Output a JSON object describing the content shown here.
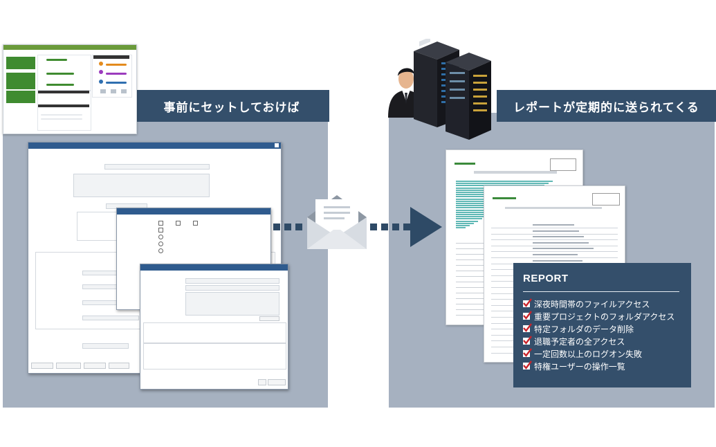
{
  "left_banner": "事前にセットしておけば",
  "right_banner": "レポートが定期的に送られてくる",
  "report": {
    "title": "REPORT",
    "items": [
      "深夜時間帯のファイルアクセス",
      "重要プロジェクトのフォルダアクセス",
      "特定フォルダのデータ削除",
      "退職予定者の全アクセス",
      "一定回数以上のログオン失敗",
      "特権ユーザーの操作一覧"
    ]
  },
  "colors": {
    "banner": "#344f6b",
    "panel": "#a6b1c0",
    "arrow": "#2e4a66",
    "check": "#c8242b",
    "dialog_title": "#2f5b8e",
    "dashboard_green": "#3f8b30"
  },
  "icons": [
    "envelope-icon",
    "arrow-right-icon",
    "checkbox-checked-icon",
    "businessman-icon",
    "server-rack-icon"
  ]
}
